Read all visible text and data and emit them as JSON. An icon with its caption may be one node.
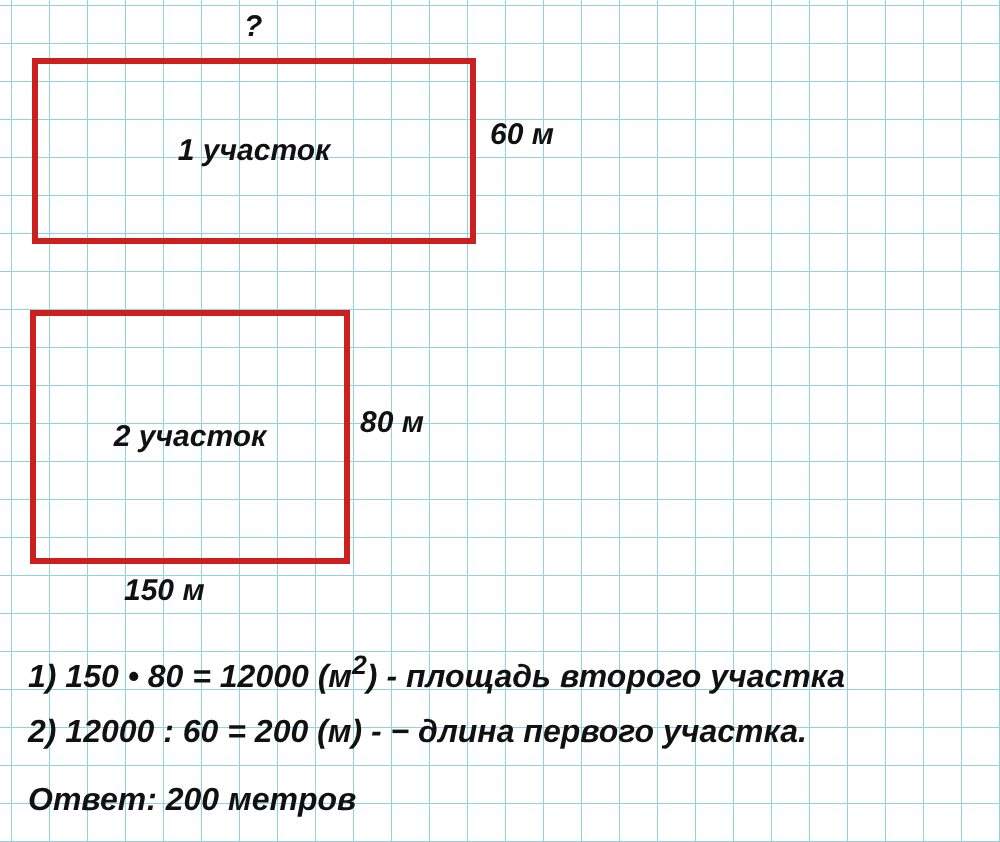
{
  "diagram": {
    "nodes": [
      {
        "text": [
          "1 участок"
        ]
      },
      {
        "text": [
          "2 участок"
        ]
      }
    ],
    "labels": [
      "?",
      "60 м",
      "80 м",
      "150 м",
      "1) 150 • 80 = 12000 (м$^{2}$) - площадь второго участка",
      "2) 12000 : 60 = 200 (м) - − длина первого участка.",
      "Ответ: 200 метров"
    ]
  }
}
